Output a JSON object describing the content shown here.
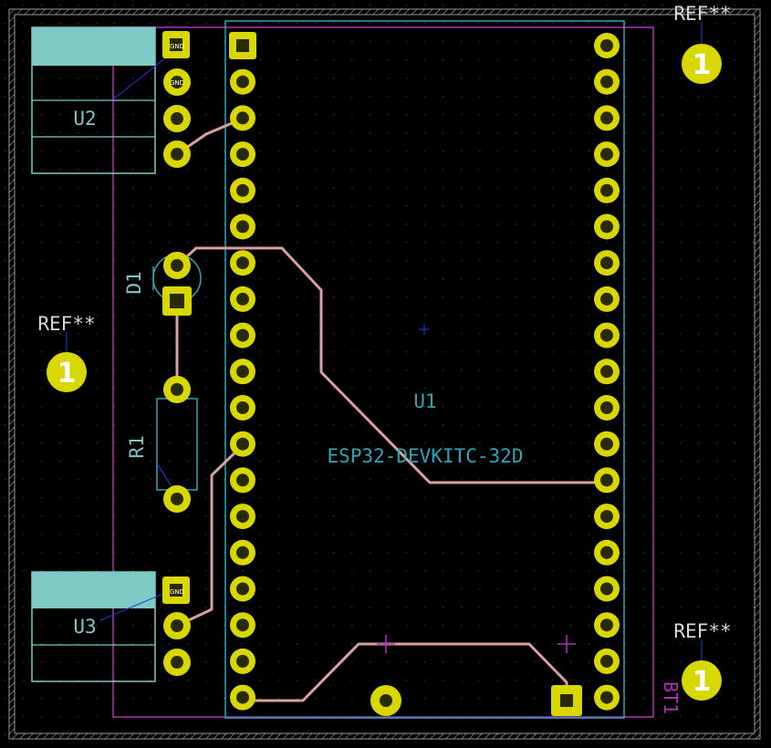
{
  "colors": {
    "background": "#000000",
    "grid_dot": "#3a3a3a",
    "edge_cuts": "#c8b8b0",
    "courtyard": "#b42fb8",
    "fab_outline": "#2fa6b8",
    "silk_fill": "#7ec9c6",
    "pad": "#d8d800",
    "pad_dark": "#2a2a00",
    "track": "#d8a0a0",
    "ref_text": "#d8d8d8",
    "value_text": "#2fa6b8"
  },
  "references": {
    "u1": "U1",
    "u1_value": "ESP32-DEVKITC-32D",
    "u2": "U2",
    "u3": "U3",
    "d1": "D1",
    "r1": "R1",
    "bt1": "BT1",
    "mounting_hole": "REF**",
    "mounting_hole_pad": "1",
    "small_pad_label": "GND"
  },
  "icons": {
    "origin_marker": "crosshair-icon"
  }
}
